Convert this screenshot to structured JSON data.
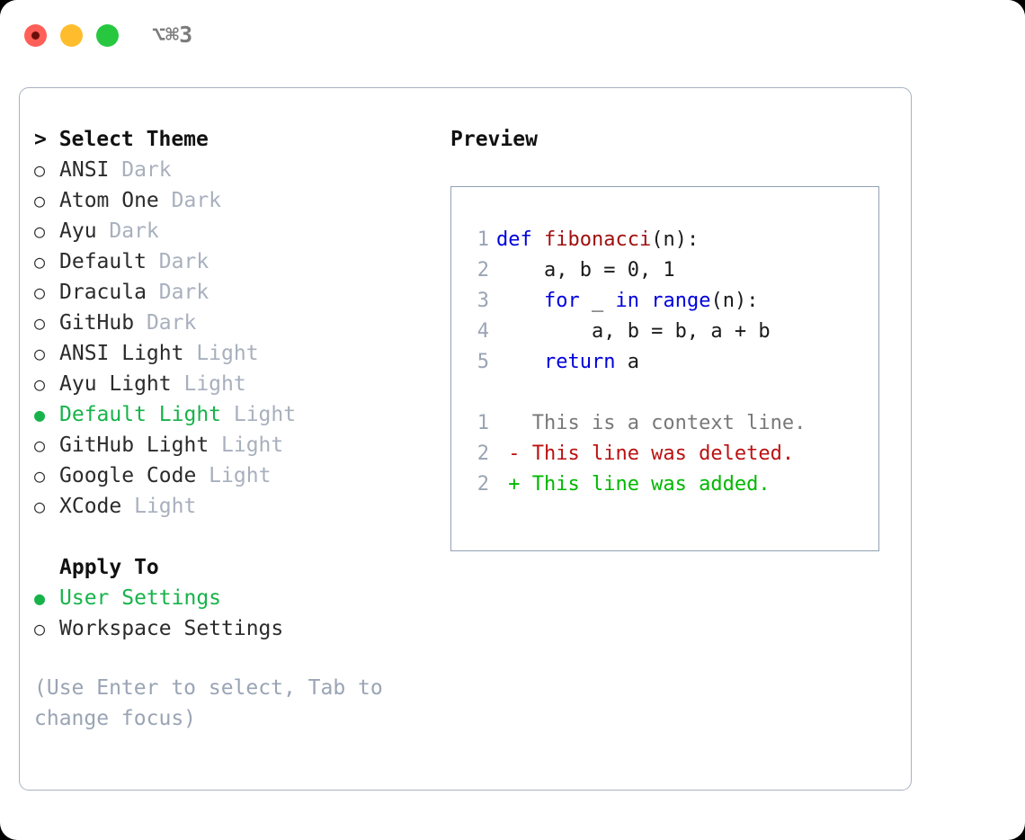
{
  "window": {
    "traffic_lights": [
      "close-red",
      "minimize-yellow",
      "maximize-green"
    ],
    "shortcut": "⌥⌘3",
    "colors": {
      "red": "#ff5f57",
      "yellow": "#ffbd2e",
      "green": "#27c840",
      "accent_green": "#17b34a",
      "muted": "#a8b0bd",
      "border": "#a7b2c2"
    }
  },
  "theme_selector": {
    "title": "> Select Theme",
    "options": [
      {
        "marker": "○",
        "name": "ANSI",
        "tag": "Dark",
        "selected": false
      },
      {
        "marker": "○",
        "name": "Atom One",
        "tag": "Dark",
        "selected": false
      },
      {
        "marker": "○",
        "name": "Ayu",
        "tag": "Dark",
        "selected": false
      },
      {
        "marker": "○",
        "name": "Default",
        "tag": "Dark",
        "selected": false
      },
      {
        "marker": "○",
        "name": "Dracula",
        "tag": "Dark",
        "selected": false
      },
      {
        "marker": "○",
        "name": "GitHub",
        "tag": "Dark",
        "selected": false
      },
      {
        "marker": "○",
        "name": "ANSI Light",
        "tag": "Light",
        "selected": false
      },
      {
        "marker": "○",
        "name": "Ayu Light",
        "tag": "Light",
        "selected": false
      },
      {
        "marker": "●",
        "name": "Default Light",
        "tag": "Light",
        "selected": true
      },
      {
        "marker": "○",
        "name": "GitHub Light",
        "tag": "Light",
        "selected": false
      },
      {
        "marker": "○",
        "name": "Google Code",
        "tag": "Light",
        "selected": false
      },
      {
        "marker": "○",
        "name": "XCode",
        "tag": "Light",
        "selected": false
      }
    ]
  },
  "apply_to": {
    "title": "Apply To",
    "options": [
      {
        "marker": "●",
        "name": "User Settings",
        "selected": true
      },
      {
        "marker": "○",
        "name": "Workspace Settings",
        "selected": false
      }
    ]
  },
  "hint": "(Use Enter to select, Tab to change focus)",
  "preview": {
    "title": "Preview",
    "code_lines": [
      {
        "num": "1",
        "segments": [
          {
            "t": "def ",
            "c": "kw"
          },
          {
            "t": "fibonacci",
            "c": "fn"
          },
          {
            "t": "(n):",
            "c": "pl"
          }
        ]
      },
      {
        "num": "2",
        "segments": [
          {
            "t": "    a, b = 0, 1",
            "c": "pl"
          }
        ]
      },
      {
        "num": "3",
        "segments": [
          {
            "t": "    ",
            "c": "pl"
          },
          {
            "t": "for",
            "c": "kw"
          },
          {
            "t": " _ ",
            "c": "pl"
          },
          {
            "t": "in",
            "c": "kw"
          },
          {
            "t": " ",
            "c": "pl"
          },
          {
            "t": "range",
            "c": "kw"
          },
          {
            "t": "(n):",
            "c": "pl"
          }
        ]
      },
      {
        "num": "4",
        "segments": [
          {
            "t": "        a, b = b, a + b",
            "c": "pl"
          }
        ]
      },
      {
        "num": "5",
        "segments": [
          {
            "t": "    ",
            "c": "pl"
          },
          {
            "t": "return",
            "c": "kw"
          },
          {
            "t": " a",
            "c": "pl"
          }
        ]
      }
    ],
    "diff_lines": [
      {
        "num": "1",
        "marker": " ",
        "text": "This is a context line.",
        "kind": "ctx"
      },
      {
        "num": "2",
        "marker": "-",
        "text": "This line was deleted.",
        "kind": "del"
      },
      {
        "num": "2",
        "marker": "+",
        "text": "This line was added.",
        "kind": "add"
      }
    ]
  }
}
